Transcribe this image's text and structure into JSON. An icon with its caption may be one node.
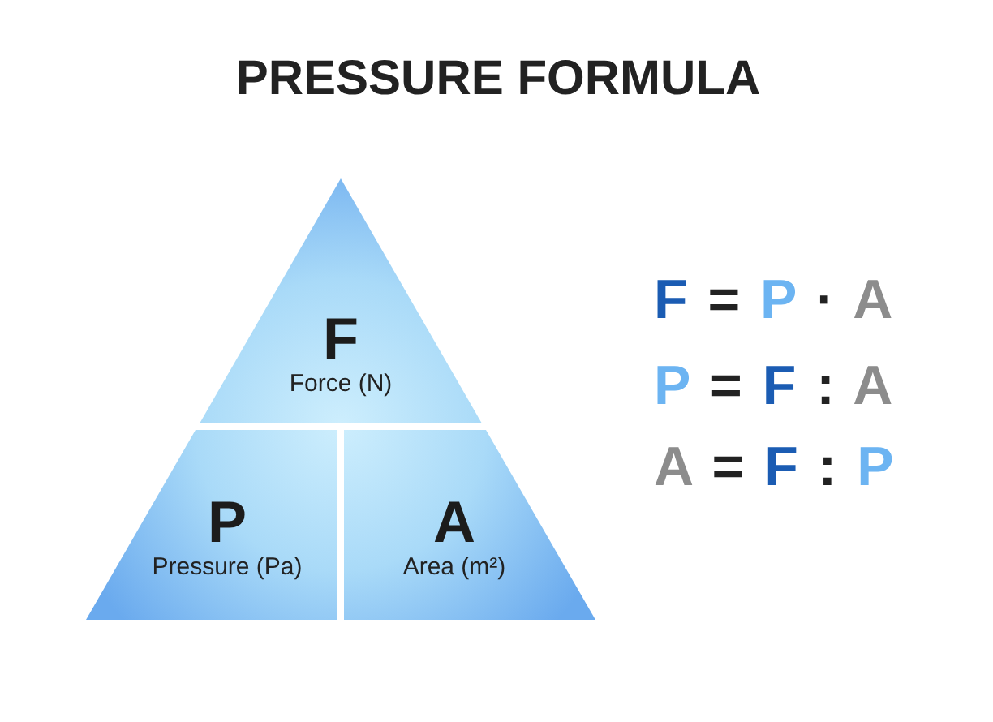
{
  "diagram": {
    "title": "PRESSURE FORMULA",
    "nodes": [
      {
        "text": [
          "F",
          "Force (N)"
        ]
      },
      {
        "text": [
          "P",
          "Pressure (Pa)"
        ]
      },
      {
        "text": [
          "A",
          "Area (m²)"
        ]
      }
    ],
    "edges": [],
    "labels": [
      "F = P · A",
      "P = F : A",
      "A = F : P"
    ]
  }
}
